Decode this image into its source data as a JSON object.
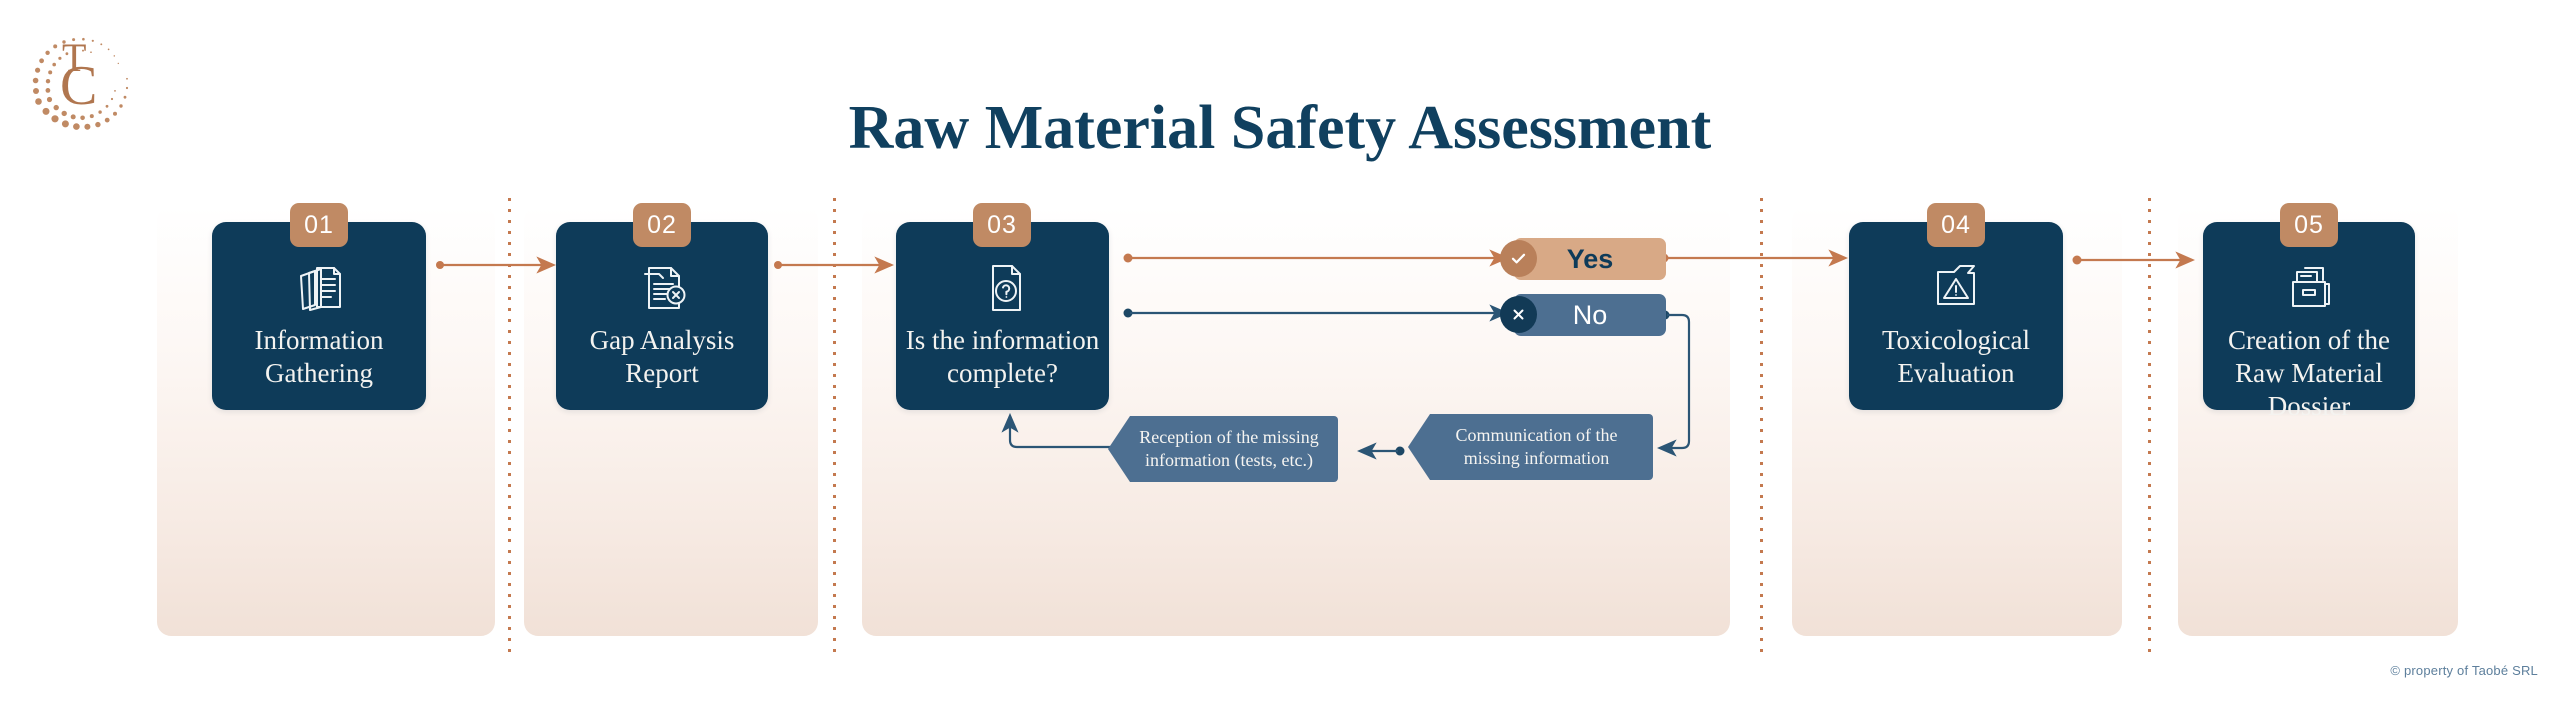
{
  "header": {
    "title": "Raw Material Safety Assessment",
    "logo_monogram": "TC",
    "logo_icon": "tc-monogram-halftone-logo"
  },
  "colors": {
    "card_navy": "#0e3b59",
    "badge_copper": "#c08a64",
    "arrow_copper": "#c4794f",
    "arrow_navy": "#2b5575",
    "pill_yes_bg": "#d8a986",
    "pill_no_bg": "#4d6f91",
    "panel_peach": "#f1e1d7",
    "title_navy": "#10405f",
    "footer_blue": "#5d7f9c"
  },
  "steps": [
    {
      "number": "01",
      "label": "Information Gathering",
      "icon": "stacked-documents-icon"
    },
    {
      "number": "02",
      "label": "Gap Analysis Report",
      "icon": "document-with-x-badge-icon"
    },
    {
      "number": "03",
      "label": "Is the information complete?",
      "icon": "document-with-question-mark-icon"
    },
    {
      "number": "04",
      "label": "Toxicological Evaluation",
      "icon": "folder-with-warning-triangle-icon"
    },
    {
      "number": "05",
      "label": "Creation of the Raw Material Dossier",
      "icon": "file-box-archive-icon"
    }
  ],
  "decision": {
    "yes": {
      "label": "Yes",
      "icon": "check-circle-icon"
    },
    "no": {
      "label": "No",
      "icon": "x-circle-icon"
    }
  },
  "loop": {
    "reception": "Reception of the missing information (tests, etc.)",
    "communication": "Communication of the missing information"
  },
  "footer": {
    "copyright": "© property of Taobé SRL"
  }
}
